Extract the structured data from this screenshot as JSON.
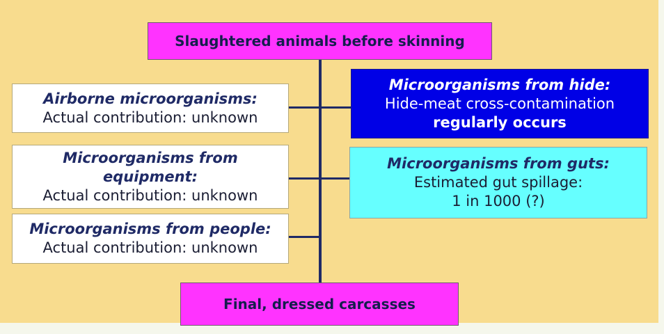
{
  "top_box": {
    "label": "Slaughtered animals before skinning"
  },
  "bottom_box": {
    "label": "Final, dressed carcasses"
  },
  "airborne": {
    "heading": "Airborne microorganisms:",
    "body": "Actual contribution: unknown"
  },
  "equipment": {
    "heading_line1": "Microorganisms from",
    "heading_line2": "equipment:",
    "body": "Actual contribution: unknown"
  },
  "people": {
    "heading": "Microorganisms from people:",
    "body": "Actual contribution: unknown"
  },
  "hide": {
    "heading": "Microorganisms from hide:",
    "body": "Hide-meat cross-contamination",
    "emphasis": "regularly occurs"
  },
  "guts": {
    "heading": "Microorganisms from guts:",
    "body_line1": "Estimated gut spillage:",
    "body_line2": "1 in 1000 (?)"
  },
  "colors": {
    "background": "#f8dc8e",
    "pink_box": "#ff33ff",
    "hide_box": "#0000e6",
    "guts_box": "#66ffff",
    "connector": "#1f2a66"
  }
}
